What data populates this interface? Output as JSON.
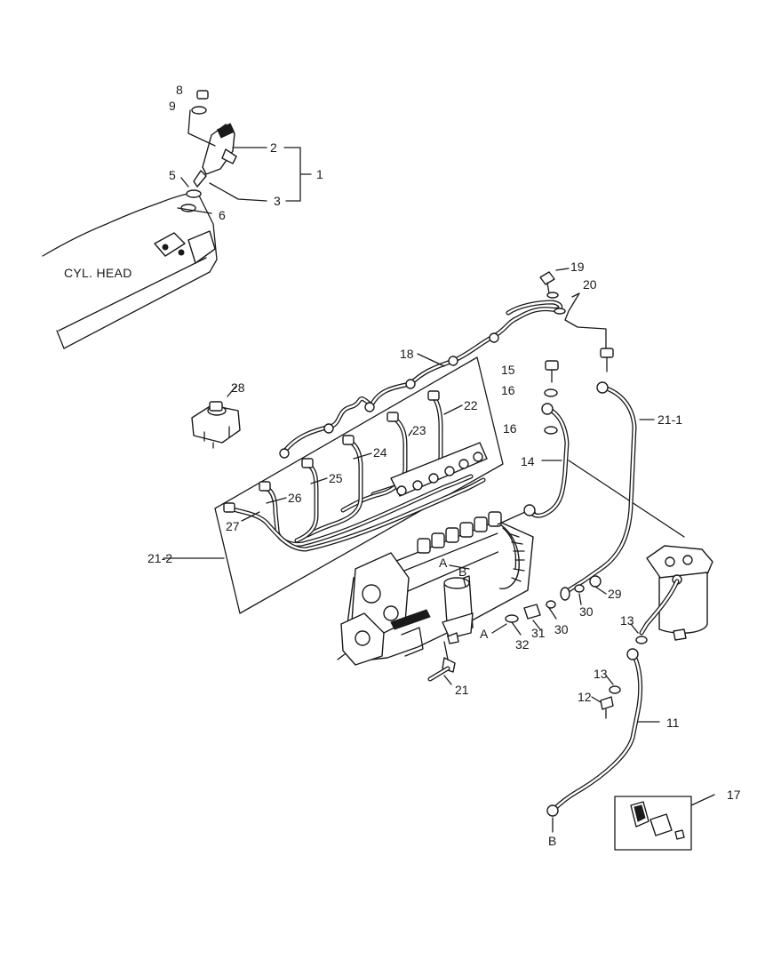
{
  "diagram": {
    "region_label": "CYL. HEAD",
    "callouts": {
      "c1": "1",
      "c2": "2",
      "c3": "3",
      "c5": "5",
      "c6": "6",
      "c8": "8",
      "c9": "9",
      "c11": "11",
      "c12": "12",
      "c13a": "13",
      "c13b": "13",
      "c14": "14",
      "c15": "15",
      "c16a": "16",
      "c16b": "16",
      "c17": "17",
      "c18": "18",
      "c19": "19",
      "c20": "20",
      "c21": "21",
      "c21_1": "21-1",
      "c21_2": "21-2",
      "c22": "22",
      "c23": "23",
      "c24": "24",
      "c25": "25",
      "c26": "26",
      "c27": "27",
      "c28": "28",
      "c29": "29",
      "c30a": "30",
      "c30b": "30",
      "c31": "31",
      "c32": "32"
    },
    "port_labels": {
      "pump_a": "A",
      "pump_b": "B",
      "ref_a": "A",
      "ref_b": "B"
    }
  }
}
